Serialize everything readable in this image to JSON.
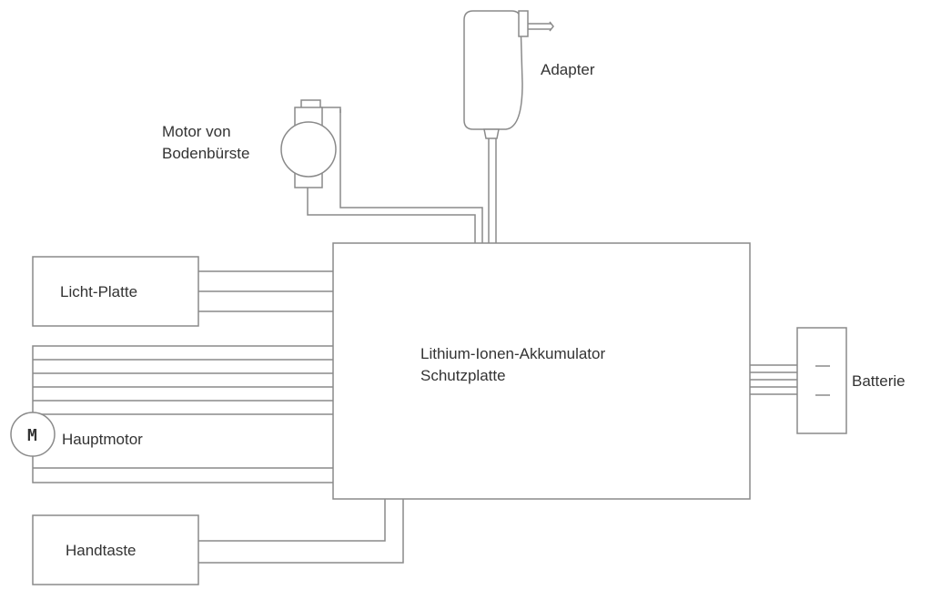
{
  "diagram": {
    "main_board": {
      "line1": "Lithium-Ionen-Akkumulator",
      "line2": "Schutzplatte"
    },
    "adapter": {
      "label": "Adapter"
    },
    "brush_motor": {
      "line1": "Motor von",
      "line2": "Bodenbürste"
    },
    "light_board": {
      "label": "Licht-Platte"
    },
    "main_motor": {
      "label": "Hauptmotor",
      "symbol": "M"
    },
    "hand_button": {
      "label": "Handtaste"
    },
    "battery": {
      "label": "Batterie"
    }
  }
}
